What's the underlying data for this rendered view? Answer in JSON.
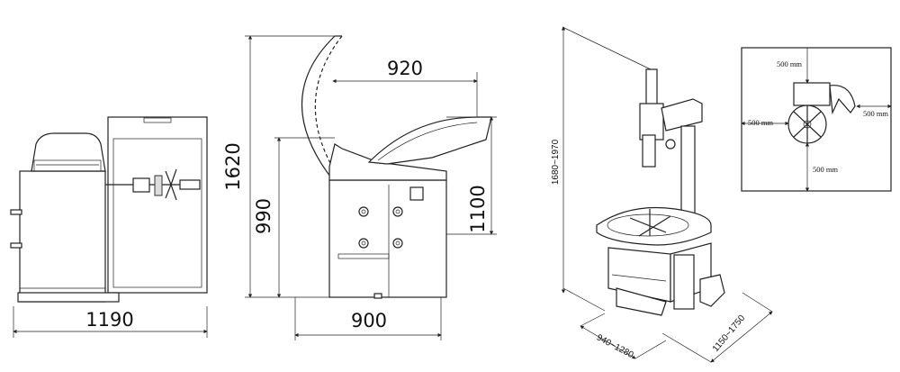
{
  "balancer": {
    "width_label": "1190"
  },
  "tire_changer_side": {
    "height_label": "1620",
    "table_height_label": "990",
    "arm_reach_label": "920",
    "depth_label": "900",
    "top_height_label": "1100"
  },
  "tire_changer_iso": {
    "height_label": "1680~1970",
    "width_label": "940~1280",
    "depth_label": "1150~1750"
  },
  "clearance_inset": {
    "top": "500 mm",
    "right": "500 mm",
    "left": "500 mm",
    "bottom": "500 mm"
  }
}
